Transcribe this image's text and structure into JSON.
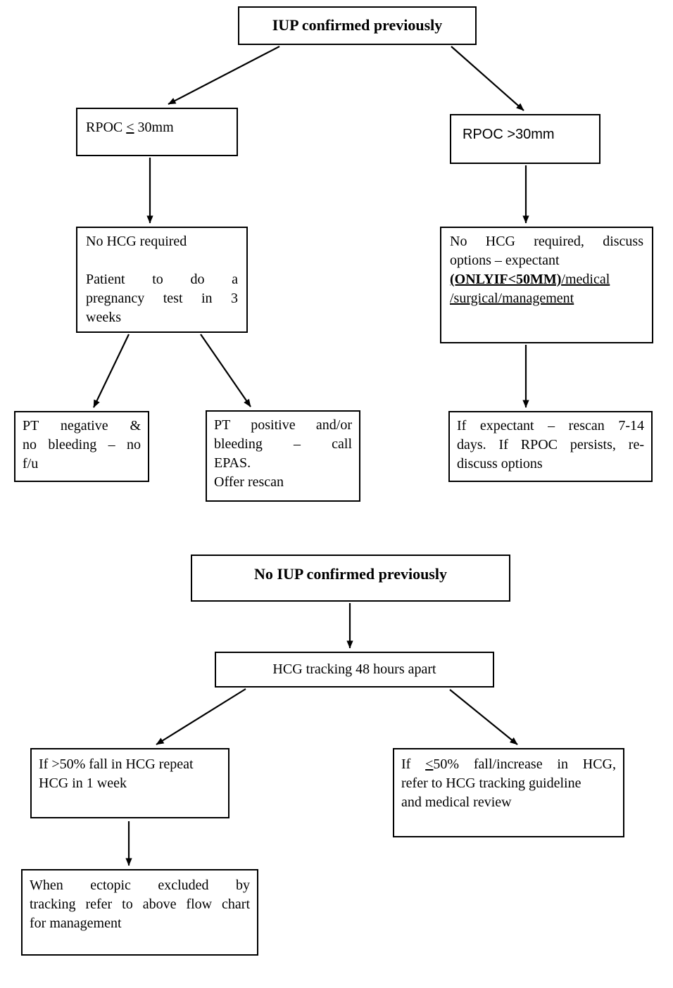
{
  "colors": {
    "background": "#ffffff",
    "box_border": "#000000",
    "text": "#000000",
    "arrow": "#000000"
  },
  "flowchart1": {
    "root": "IUP confirmed previously",
    "rpoc_le_30": {
      "prefix": "RPOC ",
      "leq": "<",
      "suffix": " 30mm"
    },
    "rpoc_gt_30": "RPOC >30mm",
    "no_hcg_required": {
      "line1": "No HCG required",
      "line2": "Patient to do a",
      "line3": "pregnancy test in 3",
      "line4": "weeks"
    },
    "no_hcg_discuss": {
      "line1": "No HCG required, discuss",
      "line2": "options – expectant",
      "bold_underline": "(ONLYIF<50MM)",
      "underline_a": "/medical",
      "underline_b": "/surgical/management"
    },
    "pt_negative": {
      "line1": "PT negative &",
      "line2": "no bleeding – no",
      "line3": "f/u"
    },
    "pt_positive": {
      "line1": "PT positive and/or",
      "line2": "bleeding – call",
      "line3": "EPAS.",
      "line4": "Offer rescan"
    },
    "expectant": {
      "line1": "If expectant – rescan 7-14",
      "line2": "days. If RPOC persists, re-",
      "line3": "discuss options"
    }
  },
  "flowchart2": {
    "root": "No IUP confirmed previously",
    "hcg_tracking": "HCG tracking 48 hours apart",
    "fall_gt_50": {
      "line1": "If >50% fall in HCG repeat",
      "line2": "HCG in 1 week"
    },
    "fall_le_50": {
      "prefix": "If ",
      "leq": "<",
      "suffix": "50% fall/increase in HCG,",
      "line2": "refer to HCG tracking guideline",
      "line3": "and medical review"
    },
    "ectopic_excluded": {
      "line1": "When ectopic excluded by",
      "line2": "tracking refer to above flow chart",
      "line3": "for management"
    }
  }
}
